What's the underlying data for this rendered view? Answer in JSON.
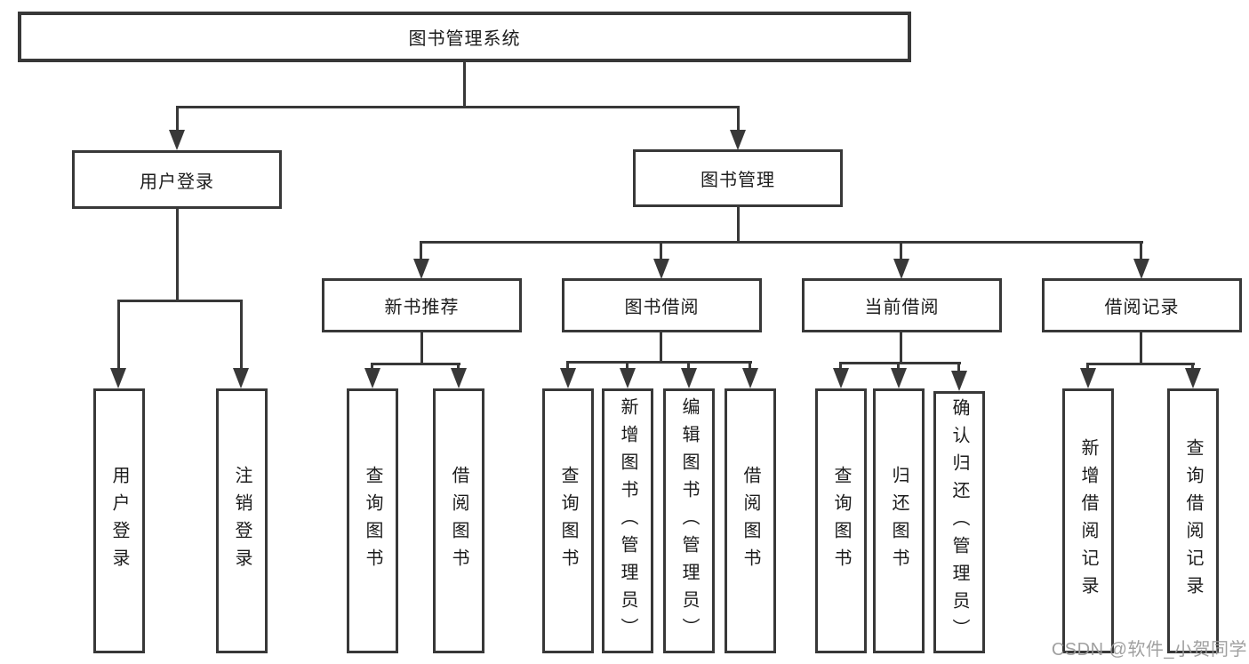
{
  "colors": {
    "line": "#383838",
    "box_border": "#383838",
    "text": "#1c1c1c",
    "watermark": "#989898",
    "background": "#ffffff"
  },
  "watermark": {
    "text": "CSDN @软件_小贺同学"
  },
  "tree": {
    "root": {
      "label": "图书管理系统"
    },
    "branches": [
      {
        "label": "用户登录",
        "children": [
          {
            "label": "用户登录"
          },
          {
            "label": "注销登录"
          }
        ]
      },
      {
        "label": "图书管理",
        "groups": [
          {
            "label": "新书推荐",
            "children": [
              {
                "label": "查询图书"
              },
              {
                "label": "借阅图书"
              }
            ]
          },
          {
            "label": "图书借阅",
            "children": [
              {
                "label": "查询图书"
              },
              {
                "label": "新增图书（管理员）"
              },
              {
                "label": "编辑图书（管理员）"
              },
              {
                "label": "借阅图书"
              }
            ]
          },
          {
            "label": "当前借阅",
            "children": [
              {
                "label": "查询图书"
              },
              {
                "label": "归还图书"
              },
              {
                "label": "确认归还（管理员）"
              }
            ]
          },
          {
            "label": "借阅记录",
            "children": [
              {
                "label": "新增借阅记录"
              },
              {
                "label": "查询借阅记录"
              }
            ]
          }
        ]
      }
    ]
  }
}
